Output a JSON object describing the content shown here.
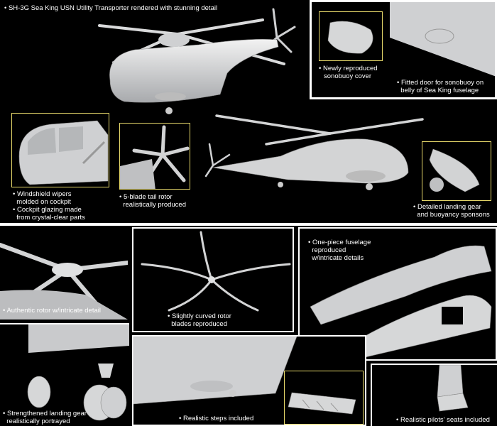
{
  "top_banner": {
    "text": "SH-3G Sea King USN Utility Transporter rendered with stunning detail"
  },
  "callouts": {
    "sonobuoy_cover": "Newly reproduced sonobuoy cover",
    "sonobuoy_door": [
      "Fitted door for sonobuoy on",
      "belly of Sea King fuselage"
    ],
    "cockpit": [
      "Windshield wipers",
      "molded on cockpit",
      "Cockpit glazing made",
      "from crystal-clear parts"
    ],
    "tail_rotor": [
      "5-blade tail rotor",
      "realistically produced"
    ],
    "landing_gear_sponsons": [
      "Detailed landing gear",
      "and buoyancy sponsons"
    ],
    "authentic_rotor": "Authentic rotor w/intricate detail",
    "curved_blades": [
      "Slightly curved rotor",
      "blades reproduced"
    ],
    "fuselage": [
      "One-piece fuselage",
      "reproduced",
      "w/intricate details"
    ],
    "strengthened_gear": [
      "Strengthened landing gear",
      "realistically portrayed"
    ],
    "steps": "Realistic steps included",
    "pilot_seats": "Realistic pilots' seats included"
  },
  "colors": {
    "background": "#000000",
    "frame": "#ffffff",
    "callout_box": "#e6d86a",
    "model_grey": "#d7d8d9"
  },
  "bullet": "•"
}
